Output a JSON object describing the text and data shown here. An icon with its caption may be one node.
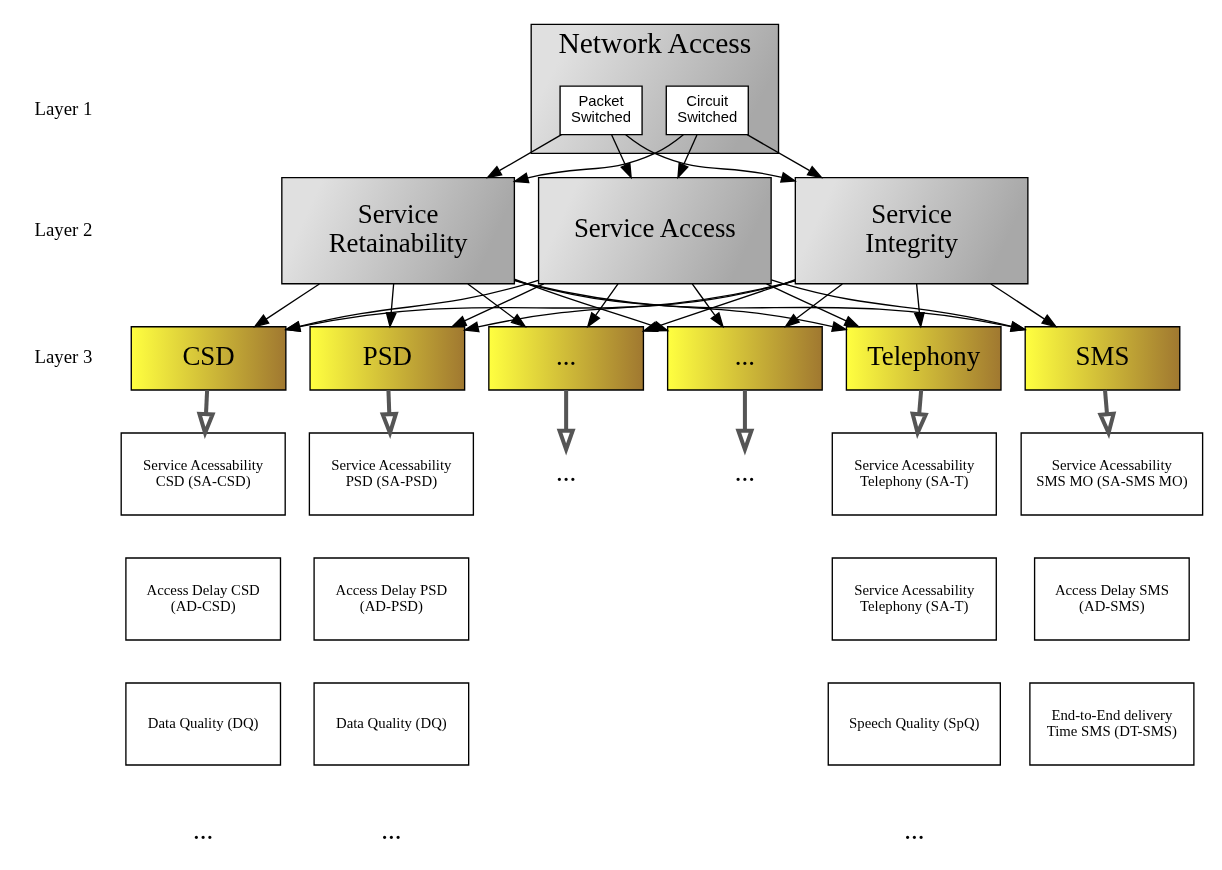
{
  "diagram": {
    "nodes": [
      {
        "text": [
          "Network Access"
        ]
      },
      {
        "text": [
          "Circuit Switched"
        ],
        "in": 0
      },
      {
        "text": [
          "Packet Switched"
        ],
        "in": 0
      },
      {
        "text": [
          "Service Access"
        ]
      },
      {
        "text": [
          "Service Integrity"
        ]
      },
      {
        "text": [
          "Service Retainability"
        ]
      },
      {
        "text": [
          "Telephony"
        ]
      },
      {
        "text": [
          "SMS"
        ]
      },
      {
        "text": [
          "CSD"
        ]
      },
      {
        "text": [
          "PSD"
        ]
      },
      {
        "text": [
          "..."
        ]
      },
      {
        "text": [
          "..."
        ]
      },
      {
        "text": [
          "Service Acessability Telephony (SA-T)"
        ]
      },
      {
        "text": [
          "Service Acessability Telephony (SA-T)"
        ]
      },
      {
        "text": [
          "Speech Quality (SpQ)"
        ]
      },
      {
        "text": [
          "Service Acessability SMS MO (SA-SMS MO)"
        ]
      },
      {
        "text": [
          "Access Delay SMS (AD-SMS)"
        ]
      },
      {
        "text": [
          "End-to-End delivery Time SMS (DT-SMS)"
        ]
      },
      {
        "text": [
          "Service Acessability CSD (SA-CSD)"
        ]
      },
      {
        "text": [
          "Access Delay CSD (AD-CSD)"
        ]
      },
      {
        "text": [
          "Data Quality (DQ)"
        ]
      },
      {
        "text": [
          "Service Acessability PSD (SA-PSD)"
        ]
      },
      {
        "text": [
          "Access Delay PSD (AD-PSD)"
        ]
      },
      {
        "text": [
          "Data Quality (DQ)"
        ]
      },
      {
        "text": [
          "..."
        ]
      },
      {
        "text": [
          "..."
        ]
      }
    ],
    "edges": [
      {
        "from": 1,
        "to": 3,
        "arrow": "to"
      },
      {
        "from": 1,
        "to": 4,
        "arrow": "to"
      },
      {
        "from": 1,
        "to": 5,
        "arrow": "to"
      },
      {
        "from": 2,
        "to": 3,
        "arrow": "to"
      },
      {
        "from": 2,
        "to": 4,
        "arrow": "to"
      },
      {
        "from": 2,
        "to": 5,
        "arrow": "to"
      },
      {
        "from": 3,
        "to": 6,
        "arrow": "to"
      },
      {
        "from": 3,
        "to": 7,
        "arrow": "to"
      },
      {
        "from": 3,
        "to": 8,
        "arrow": "to"
      },
      {
        "from": 3,
        "to": 9,
        "arrow": "to"
      },
      {
        "from": 3,
        "to": 10,
        "arrow": "to"
      },
      {
        "from": 3,
        "to": 11,
        "arrow": "to"
      },
      {
        "from": 4,
        "to": 6,
        "arrow": "to"
      },
      {
        "from": 4,
        "to": 7,
        "arrow": "to"
      },
      {
        "from": 4,
        "to": 8,
        "arrow": "to"
      },
      {
        "from": 4,
        "to": 9,
        "arrow": "to"
      },
      {
        "from": 4,
        "to": 10,
        "arrow": "to"
      },
      {
        "from": 4,
        "to": 11,
        "arrow": "to"
      },
      {
        "from": 5,
        "to": 6,
        "arrow": "to"
      },
      {
        "from": 5,
        "to": 7,
        "arrow": "to"
      },
      {
        "from": 5,
        "to": 8,
        "arrow": "to"
      },
      {
        "from": 5,
        "to": 9,
        "arrow": "to"
      },
      {
        "from": 5,
        "to": 10,
        "arrow": "to"
      },
      {
        "from": 5,
        "to": 11,
        "arrow": "to"
      },
      {
        "from": 6,
        "to": 12,
        "arrow": "to",
        "style": "thick"
      },
      {
        "from": 7,
        "to": 15,
        "arrow": "to",
        "style": "thick"
      },
      {
        "from": 8,
        "to": 18,
        "arrow": "to",
        "style": "thick"
      },
      {
        "from": 9,
        "to": 21,
        "arrow": "to",
        "style": "thick"
      },
      {
        "from": 10,
        "to": 24,
        "arrow": "to",
        "style": "thick"
      },
      {
        "from": 11,
        "to": 25,
        "arrow": "to",
        "style": "thick"
      }
    ],
    "labels": [
      "Layer 1",
      "Layer 2",
      "Layer 3",
      "...",
      "...",
      "..."
    ]
  }
}
